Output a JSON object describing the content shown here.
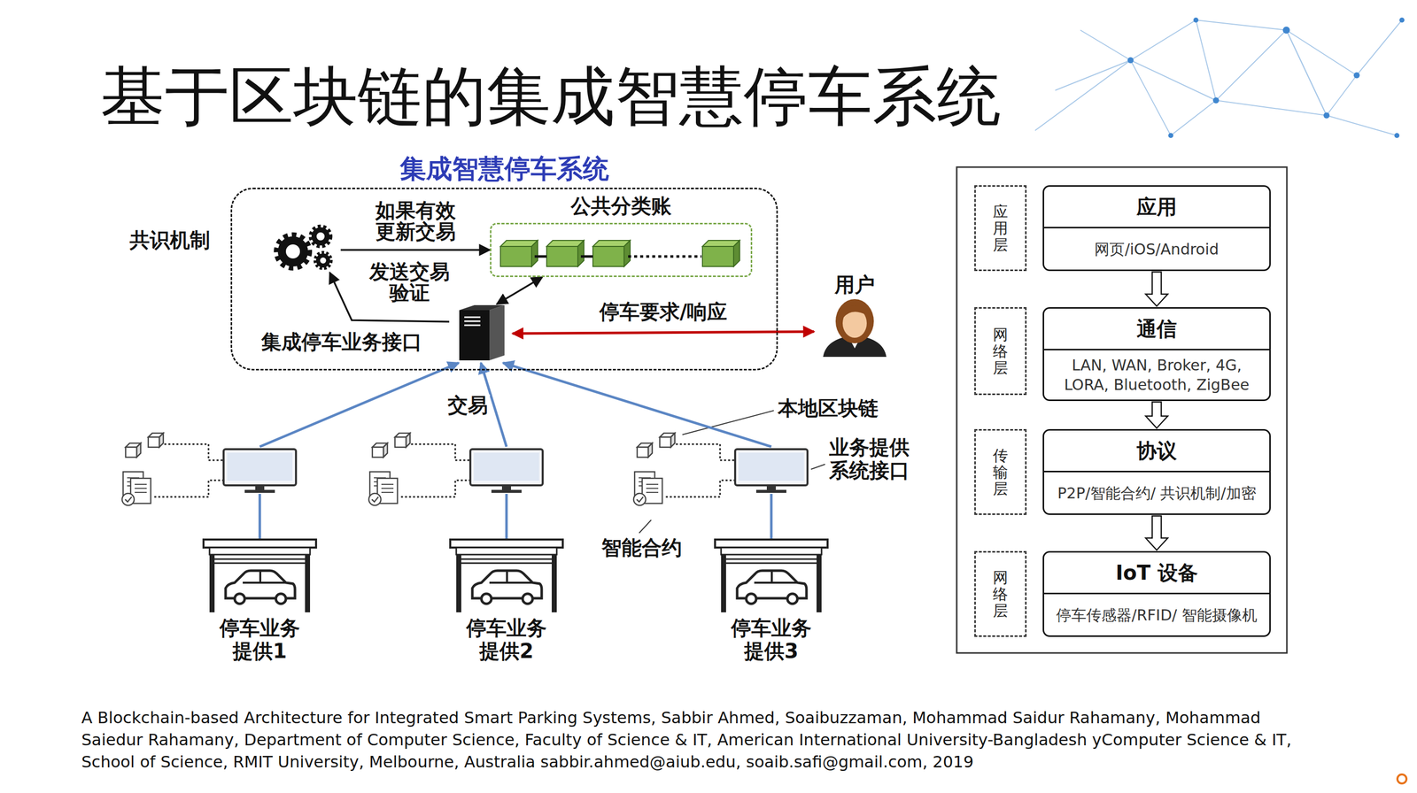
{
  "diagram": {
    "title": "基于区块链的集成智慧停车系统",
    "caption": "A Blockchain-based Architecture for Integrated Smart Parking Systems, Sabbir Ahmed, Soaibuzzaman, Mohammad Saidur Rahamany, Mohammad Saiedur Rahamany, Department of Computer Science, Faculty of Science & IT, American International University-Bangladesh yComputer Science & IT, School of Science, RMIT University, Melbourne, Australia sabbir.ahmed@aiub.edu, soaib.safi@gmail.com, 2019",
    "nodes": [
      {
        "text": [
          "集成智慧停车系统"
        ]
      },
      {
        "text": [
          "共识机制"
        ],
        "in": 0
      },
      {
        "text": [
          "公共分类账"
        ],
        "in": 0
      },
      {
        "text": [
          "集成停车业务接口"
        ],
        "in": 0
      },
      {
        "text": [
          "用户"
        ]
      },
      {
        "text": [
          "停车业务 提供1"
        ]
      },
      {
        "text": [
          "停车业务 提供2"
        ]
      },
      {
        "text": [
          "停车业务 提供3"
        ]
      },
      {
        "text": [
          "应用层"
        ]
      },
      {
        "text": [
          "应用",
          "网页/iOS/Android"
        ]
      },
      {
        "text": [
          "网络层"
        ]
      },
      {
        "text": [
          "通信",
          "LAN, WAN, Broker, 4G, LORA, Bluetooth, ZigBee"
        ]
      },
      {
        "text": [
          "传输层"
        ]
      },
      {
        "text": [
          "协议",
          "P2P/智能合约/ 共识机制/加密"
        ]
      },
      {
        "text": [
          "网络层"
        ]
      },
      {
        "text": [
          "IoT 设备",
          "停车传感器/RFID/ 智能摄像机"
        ]
      }
    ],
    "edges": [
      {
        "from": 1,
        "to": 2,
        "arrow": "to",
        "label": "如果有效 更新交易"
      },
      {
        "from": 3,
        "to": 1,
        "arrow": "to",
        "label": "发送交易 验证"
      },
      {
        "from": 3,
        "to": 2,
        "arrow": "both"
      },
      {
        "from": 3,
        "to": 4,
        "arrow": "both",
        "label": "停车要求/响应"
      },
      {
        "from": 5,
        "to": 3,
        "arrow": "to"
      },
      {
        "from": 6,
        "to": 3,
        "arrow": "to",
        "label": "交易"
      },
      {
        "from": 7,
        "to": 3,
        "arrow": "to"
      },
      {
        "from": 9,
        "to": 11,
        "arrow": "to"
      },
      {
        "from": 11,
        "to": 13,
        "arrow": "to"
      },
      {
        "from": 13,
        "to": 15,
        "arrow": "to"
      }
    ],
    "labels": [
      "本地区块链",
      "业务提供系统接口",
      "智能合约"
    ]
  }
}
